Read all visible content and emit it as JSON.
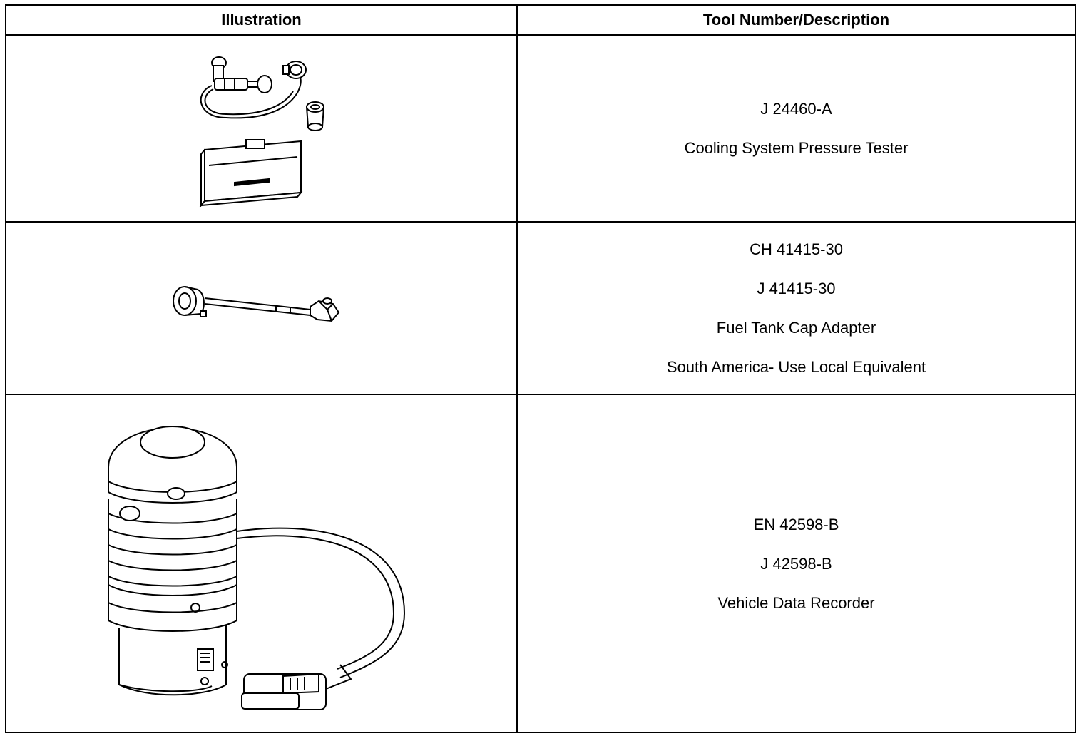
{
  "table": {
    "headers": {
      "illustration": "Illustration",
      "description": "Tool Number/Description"
    },
    "rows": [
      {
        "icon": "cooling-system-pressure-tester-illustration",
        "lines": [
          "J 24460-A",
          "Cooling System Pressure Tester"
        ]
      },
      {
        "icon": "fuel-tank-cap-adapter-illustration",
        "lines": [
          "CH 41415-30",
          "J 41415-30",
          "Fuel Tank Cap Adapter",
          "South America- Use Local Equivalent"
        ]
      },
      {
        "icon": "vehicle-data-recorder-illustration",
        "lines": [
          "EN 42598-B",
          "J 42598-B",
          "Vehicle Data Recorder"
        ]
      }
    ]
  }
}
